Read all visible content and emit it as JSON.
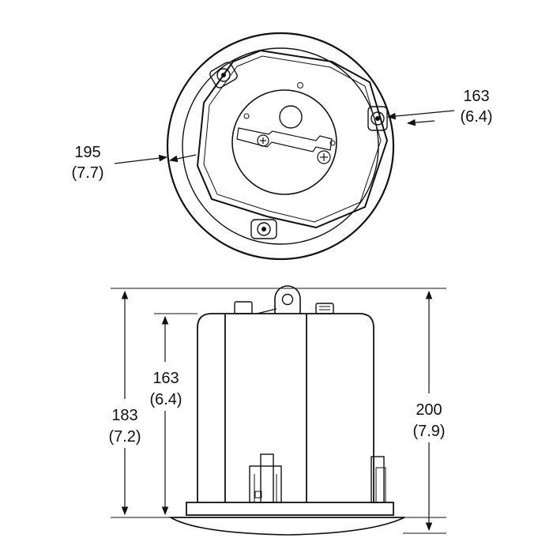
{
  "top_view": {
    "outer_diameter": {
      "mm": "195",
      "in": "(7.7)"
    },
    "cutout_diameter": {
      "mm": "163",
      "in": "(6.4)"
    }
  },
  "side_view": {
    "overall_height": {
      "mm": "200",
      "in": "(7.9)"
    },
    "enclosure_height": {
      "mm": "183",
      "in": "(7.2)"
    },
    "can_height": {
      "mm": "163",
      "in": "(6.4)"
    }
  }
}
